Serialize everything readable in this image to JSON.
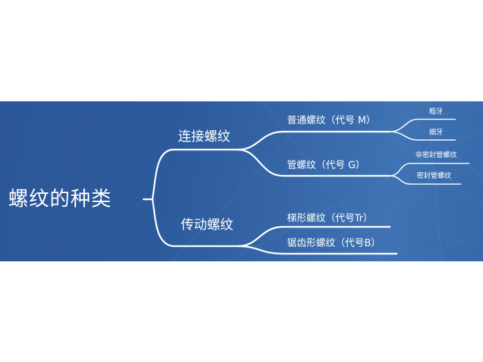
{
  "diagram": {
    "root": "螺纹的种类",
    "branches": [
      {
        "label": "连接螺纹",
        "children": [
          {
            "label": "普通螺纹（代号 M）",
            "children": [
              "粗牙",
              "细牙"
            ]
          },
          {
            "label": "管螺纹（代号 G）",
            "children": [
              "非密封管螺纹",
              "密封管螺纹"
            ]
          }
        ]
      },
      {
        "label": "传动螺纹",
        "children": [
          {
            "label": "梯形螺纹（代号Tr）"
          },
          {
            "label": "锯齿形螺纹（代号B）"
          }
        ]
      }
    ]
  },
  "colors": {
    "banner": "#2c5a9c",
    "text": "#ffffff",
    "lines": "#ffffff"
  }
}
